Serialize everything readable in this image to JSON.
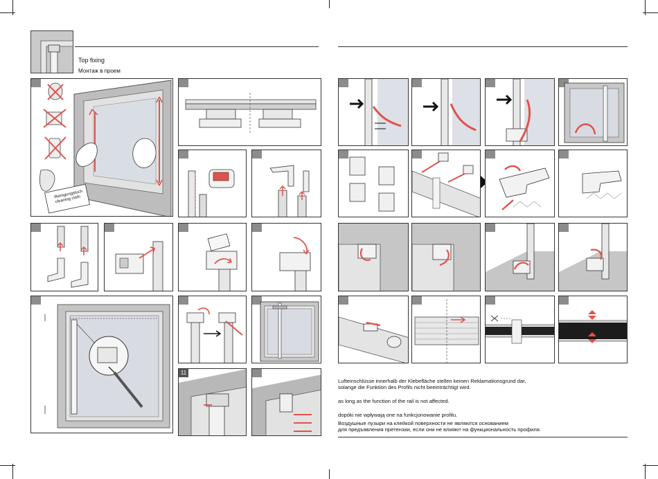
{
  "header": {
    "title_en": "Top fixing",
    "title_ru": "Монтаж в проем"
  },
  "cloth_label": "Reinigungstuch\ncleaning cloth",
  "step11_label": "11",
  "notes": {
    "de_line1": "Lufteinschlüsse innerhalb der Klebefläche stellen keinen Reklamationsgrund dar,",
    "de_line2": "solange die Funktion des Profils nicht beeinträchtigt wird.",
    "en": "as long as the function of the rail is not affected.",
    "pl": "dopóki nie wpływają one na funkcjonowanie profilu.",
    "ru_line1": "Воздушные пузыри на клейкой поверхности не являются основанием",
    "ru_line2": "для предъявления претензии, если они не влияют на функциональность профиля."
  },
  "colors": {
    "accent": "#e0524c",
    "arrow": "#111111",
    "frame": "#b8b8b8",
    "glass": "#dcdfe6",
    "badge": "#8c8c8c"
  }
}
